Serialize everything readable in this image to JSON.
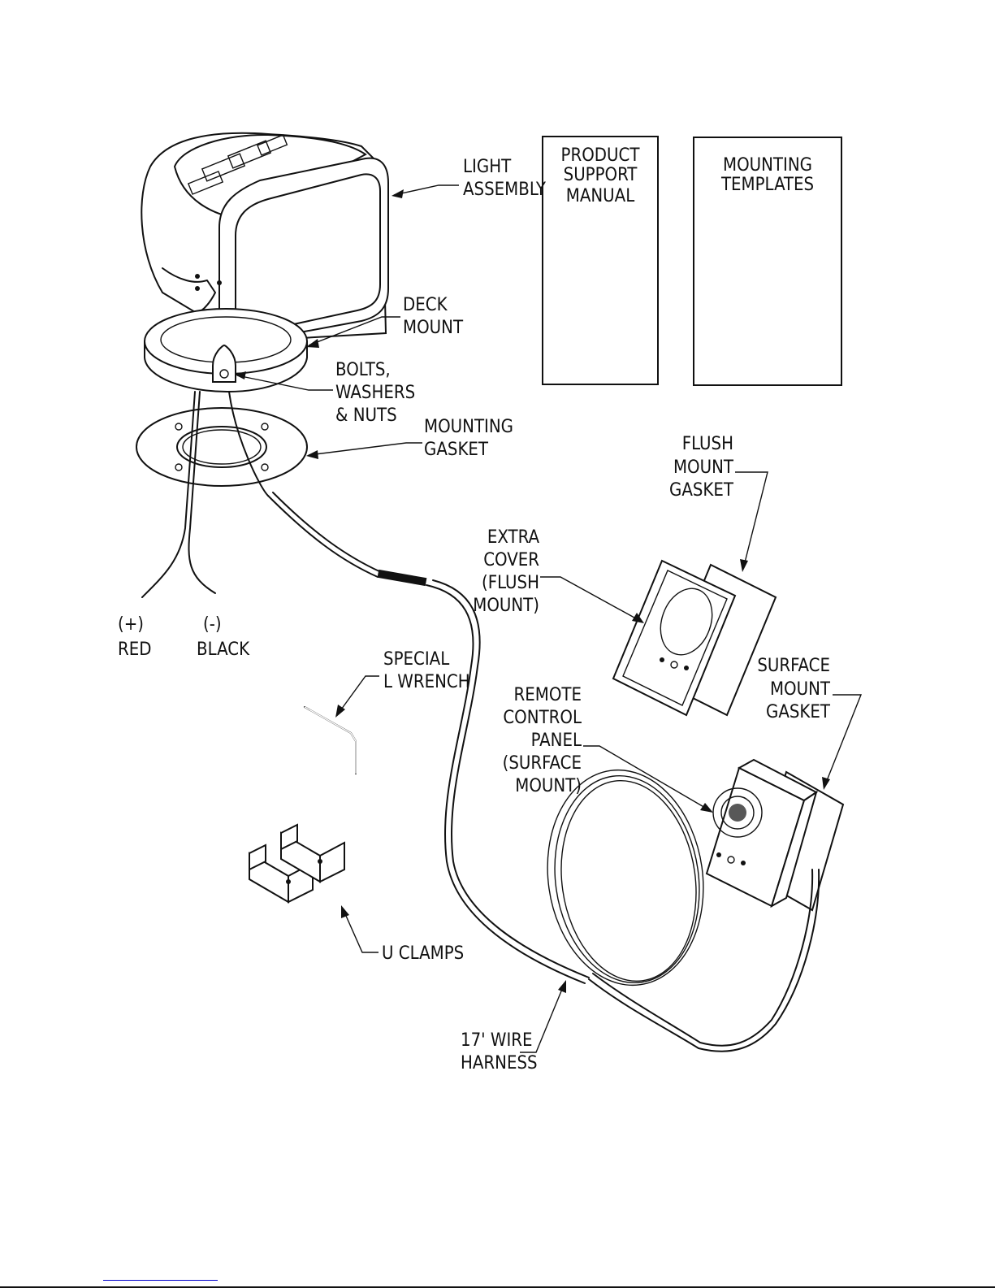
{
  "diagram": {
    "title": "Remote controlled searchlight kit contents",
    "components": [
      {
        "id": "light-assembly",
        "label_lines": [
          "LIGHT",
          "ASSEMBLY"
        ]
      },
      {
        "id": "deck-mount",
        "label_lines": [
          "DECK",
          "MOUNT"
        ]
      },
      {
        "id": "bolts",
        "label_lines": [
          "BOLTS,",
          "WASHERS",
          "& NUTS"
        ]
      },
      {
        "id": "mounting-gasket",
        "label_lines": [
          "MOUNTING",
          "GASKET"
        ]
      },
      {
        "id": "product-support-manual",
        "label_lines": [
          "PRODUCT",
          "SUPPORT",
          "MANUAL"
        ]
      },
      {
        "id": "mounting-templates",
        "label_lines": [
          "MOUNTING",
          "TEMPLATES"
        ]
      },
      {
        "id": "flush-mount-gasket",
        "label_lines": [
          "FLUSH",
          "MOUNT",
          "GASKET"
        ]
      },
      {
        "id": "extra-cover",
        "label_lines": [
          "EXTRA",
          "COVER",
          "(FLUSH",
          "MOUNT)"
        ]
      },
      {
        "id": "special-l-wrench",
        "label_lines": [
          "SPECIAL",
          "L WRENCH"
        ]
      },
      {
        "id": "remote-control-panel",
        "label_lines": [
          "REMOTE",
          "CONTROL",
          "PANEL",
          "(SURFACE",
          "MOUNT)"
        ]
      },
      {
        "id": "surface-mount-gasket",
        "label_lines": [
          "SURFACE",
          "MOUNT",
          "GASKET"
        ]
      },
      {
        "id": "u-clamps",
        "label_lines": [
          "U CLAMPS"
        ]
      },
      {
        "id": "wire-harness",
        "label_lines": [
          "17' WIRE",
          "HARNESS"
        ]
      }
    ],
    "wire_leads": [
      {
        "polarity": "(+)",
        "color_label": "RED"
      },
      {
        "polarity": "(-)",
        "color_label": "BLACK"
      }
    ]
  },
  "footer": {
    "link_color": "#0000cc",
    "rule_color": "#111111"
  }
}
